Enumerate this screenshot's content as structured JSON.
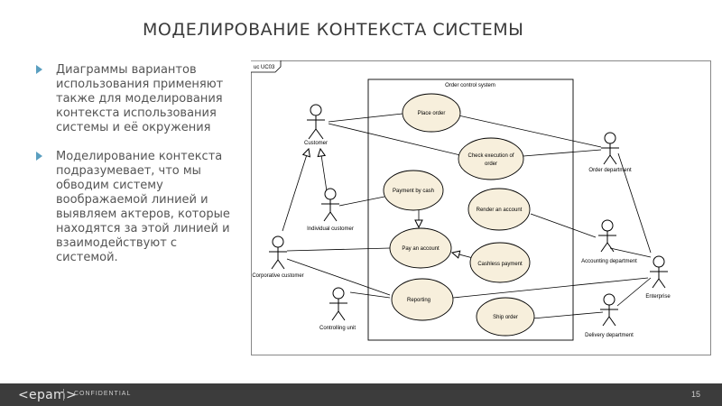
{
  "slide": {
    "title": "МОДЕЛИРОВАНИЕ КОНТЕКСТА СИСТЕМЫ",
    "bullets": [
      "Диаграммы вариантов использования применяют также для моделирования контекста использования системы и её окружения",
      "Моделирование контекста подразумевает, что мы обводим систему воображаемой линией и выявляем актеров, которые находятся за этой линией и взаимодействуют с системой."
    ]
  },
  "diagram": {
    "frame_label": "uc UC03",
    "boundary_label": "Order control system",
    "use_cases": {
      "place_order": "Place order",
      "check_execution_line1": "Check execution of",
      "check_execution_line2": "order",
      "payment_cash": "Payment by cash",
      "render_account": "Render an account",
      "pay_account": "Pay an account",
      "cashless": "Cashless payment",
      "reporting": "Reporting",
      "ship_order": "Ship order"
    },
    "actors": {
      "customer": "Customer",
      "individual": "Individual customer",
      "corporative": "Corporative customer",
      "controlling": "Controlling unit",
      "order_dept": "Order department",
      "accounting": "Accounting department",
      "enterprise": "Enterprise",
      "delivery": "Delivery department"
    },
    "colors": {
      "usecase_fill": "#f7efdc",
      "line": "#000000"
    }
  },
  "footer": {
    "logo": "<epam>",
    "confidential": "CONFIDENTIAL",
    "page": "15"
  }
}
